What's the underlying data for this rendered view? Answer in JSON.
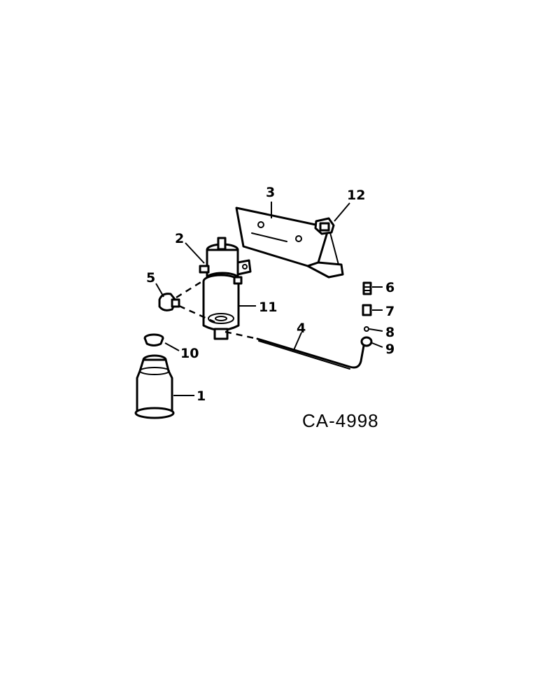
{
  "diagram": {
    "drawing_code": "CA-4998",
    "callouts": [
      {
        "id": "1",
        "text": "1"
      },
      {
        "id": "2",
        "text": "2"
      },
      {
        "id": "3",
        "text": "3"
      },
      {
        "id": "4",
        "text": "4"
      },
      {
        "id": "5",
        "text": "5"
      },
      {
        "id": "6",
        "text": "6"
      },
      {
        "id": "7",
        "text": "7"
      },
      {
        "id": "8",
        "text": "8"
      },
      {
        "id": "9",
        "text": "9"
      },
      {
        "id": "10",
        "text": "10"
      },
      {
        "id": "11",
        "text": "11"
      },
      {
        "id": "12",
        "text": "12"
      }
    ]
  }
}
